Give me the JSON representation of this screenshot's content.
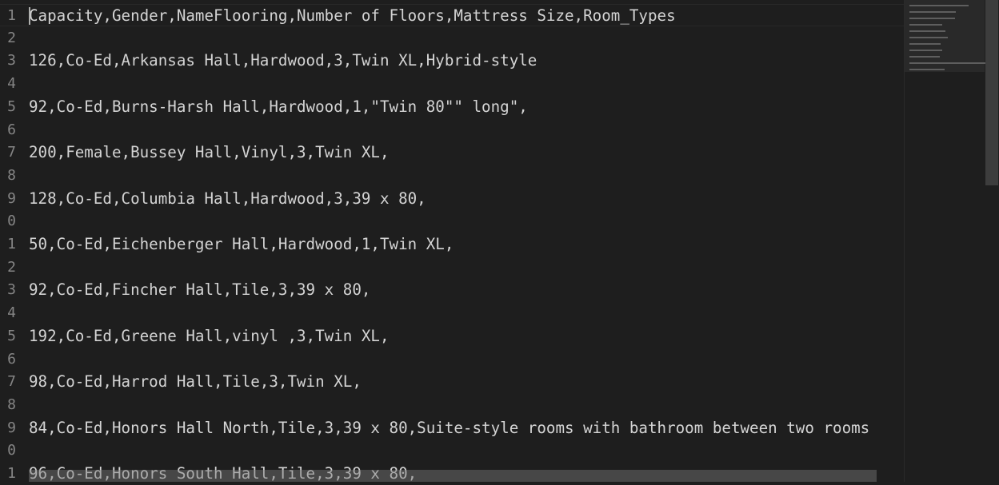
{
  "editor": {
    "lines": [
      {
        "number": "1",
        "text": "Capacity,Gender,NameFlooring,Number of Floors,Mattress Size,Room_Types"
      },
      {
        "number": "2",
        "text": ""
      },
      {
        "number": "3",
        "text": "126,Co-Ed,Arkansas Hall,Hardwood,3,Twin XL,Hybrid-style"
      },
      {
        "number": "4",
        "text": ""
      },
      {
        "number": "5",
        "text": "92,Co-Ed,Burns-Harsh Hall,Hardwood,1,\"Twin 80\"\" long\","
      },
      {
        "number": "6",
        "text": ""
      },
      {
        "number": "7",
        "text": "200,Female,Bussey Hall,Vinyl,3,Twin XL,"
      },
      {
        "number": "8",
        "text": ""
      },
      {
        "number": "9",
        "text": "128,Co-Ed,Columbia Hall,Hardwood,3,39 x 80,"
      },
      {
        "number": "0",
        "text": ""
      },
      {
        "number": "1",
        "text": "50,Co-Ed,Eichenberger Hall,Hardwood,1,Twin XL,"
      },
      {
        "number": "2",
        "text": ""
      },
      {
        "number": "3",
        "text": "92,Co-Ed,Fincher Hall,Tile,3,39 x 80,"
      },
      {
        "number": "4",
        "text": ""
      },
      {
        "number": "5",
        "text": "192,Co-Ed,Greene Hall,vinyl ,3,Twin XL,"
      },
      {
        "number": "6",
        "text": ""
      },
      {
        "number": "7",
        "text": "98,Co-Ed,Harrod Hall,Tile,3,Twin XL,"
      },
      {
        "number": "8",
        "text": ""
      },
      {
        "number": "9",
        "text": "84,Co-Ed,Honors Hall North,Tile,3,39 x 80,Suite-style rooms with bathroom between two rooms"
      },
      {
        "number": "0",
        "text": ""
      },
      {
        "number": "1",
        "text": "96,Co-Ed,Honors South Hall,Tile,3,39 x 80,"
      }
    ]
  },
  "colors": {
    "background": "#1e1e1e",
    "text": "#d4d4d4",
    "line_number": "#858585",
    "scrollbar": "#797979"
  }
}
